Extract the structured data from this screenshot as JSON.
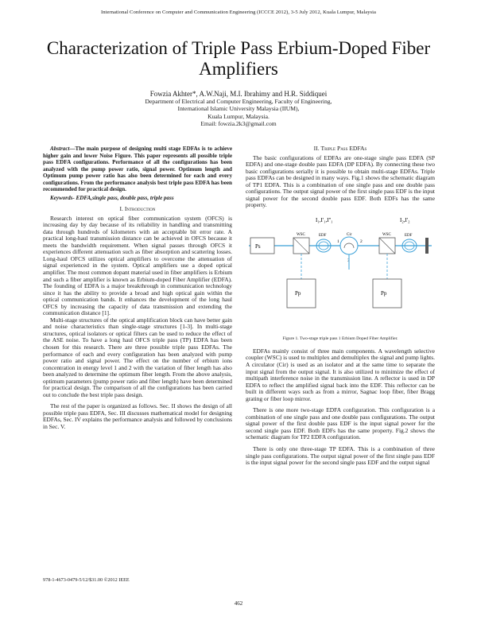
{
  "header": {
    "running_head": "International Conference on Computer and Communication Engineering (ICCCE 2012), 3-5 July 2012, Kuala Lumpur, Malaysia"
  },
  "paper": {
    "title_line1": "Characterization of Triple Pass Erbium-Doped Fiber",
    "title_line2": "Amplifiers",
    "authors": "Fowzia Akhter*, A.W.Naji, M.I. Ibrahimy and H.R. Siddiquei",
    "affiliation_1": "Department of Electrical and Computer Engineering, Faculty of Engineering,",
    "affiliation_2": "International Islamic University Malaysia (IIUM),",
    "affiliation_3": "Kuala Lumpur, Malaysia.",
    "email": "Email: fowzia.2k3@gmail.com"
  },
  "left_column": {
    "abstract_label": "Abstract",
    "abstract_text": "—The main purpose of designing multi stage EDFAs is to achieve higher gain and lower Noise Figure. This paper represents all possible triple pass EDFA configurations. Performance of all the configurations has been analyzed with the pump power ratio, signal power. Optimum length and Optimum pump power ratio has also been determined for each and every configurations. From the performance analysis best triple pass EDFA has been recommended for practical design.",
    "keywords": "Keywords- EDFA,single pass, double pass, triple pass",
    "sec1_num": "I.",
    "sec1_title": "Introduction",
    "p1": "Research interest on optical fiber communication system (OFCS) is increasing day by day because of its reliability in handling and transmitting data through hundreds of kilometers with an acceptable bit error rate. A practical long-haul transmission distance can be achieved in OFCS because it meets the bandwidth requirement. When signal passes through OFCS it experiences different attenuation such as fiber absorption and scattering losses. Long-haul OFCS utilizes optical amplifiers to overcome the attenuation of signal experienced in the system. Optical amplifiers use a doped optical amplifier. The most common dopant material used in fiber amplifiers is Erbium and such a fiber amplifier is known as Erbium-doped Fiber Amplifier (EDFA). The founding of EDFA is a major breakthrough in communication technology since it has the ability to provide a broad and high optical gain within the optical communication bands. It enhances the development of the long haul OFCS by increasing the capacity of data transmission and extending the communication distance [1].",
    "p2": "Multi-stage structures of the optical amplification block can have better gain and noise characteristics than single-stage structures [1-3]. In multi-stage structures, optical isolators or optical filters can be used to reduce the effect of the ASE noise. To have a long haul OFCS triple pass (TP) EDFA has been chosen for this research. There are three possible triple pass EDFAs. The performance of each and every configuration has been analyzed with pump power ratio and signal power. The effect on the number of erbium ions concentration in energy level 1 and 2 with the variation of fiber length has also been analyzed to determine the optimum fiber length. From the above analysis, optimum parameters (pump power ratio and fiber length) have been determined for practical design. The comparison of all the configurations has been carried out to conclude the best triple pass design.",
    "p3": "The rest of the paper is organized as follows. Sec. II shows the design of all possible triple pass EDFA, Sec. III discusses mathematical model for designing EDFAs, Sec. IV explains the performance analysis and followed by conclusions in Sec. V."
  },
  "right_column": {
    "sec2_num": "II.",
    "sec2_title": "Triple Pass EDFAs",
    "p1": "The basic configurations of EDFAs are one-stage single pass EDFA (SP EDFA) and one-stage double pass EDFA (DP EDFA). By connecting these two basic configurations serially it is possible to obtain multi-stage EDFAs. Triple pass EDFAs can be designed in many ways. Fig.1 shows the schematic diagram of TP1 EDFA. This is a combination of one single pass and one double pass configurations. The output signal power of the first single pass EDF is the input signal power for the second double pass EDF. Both EDFs has the same property.",
    "figure": {
      "label_pin": "Ps",
      "label_i1": "I₁,I'₁,I''₁",
      "label_i2": "I₂,I'₂",
      "label_wsc1": "WSC",
      "label_edf1": "EDF",
      "label_cir": "Cir",
      "label_p1": "1",
      "label_p2": "2",
      "label_p3": "3",
      "label_wsc2": "WSC",
      "label_edf2": "EDF",
      "label_pp1": "Pp",
      "label_pp2": "Pp",
      "caption": "Figure 1. Two-stage triple pass 1 Erbium Doped Fiber Amplifier."
    },
    "p2": "EDFAs mainly consist of three main components. A wavelength selective coupler (WSC) is used to multiplex and demultiplex the signal and pump lights. A circulator (Cir) is used as an isolator and at the same time to separate the input signal from the output signal. It is also utilized to minimize the effect of multipath interference noise in the transmission line. A reflector is used in DP EDFA to reflect the amplified signal back into the EDF. This reflector can be built in different ways such as from a mirror, Sagnac loop fiber, fiber Bragg grating or fiber loop mirror.",
    "p3": "There is one more two-stage EDFA configuration. This configuration is a combination of one single pass and one double pass configurations. The output signal power of the first double pass EDF is the input signal power for the second single pass EDF. Both EDFs has the same property. Fig.2 shows the schematic diagram for TP2 EDFA configuration.",
    "p4": "There is only one three-stage TP EDFA. This is a combination of three single pass configurations. The output signal power of the first single pass EDF is the input signal power for the second single pass EDF and the output signal"
  },
  "footer": {
    "isbn": "978-1-4673-0479-5/12/$31.00 ©2012 IEEE",
    "page_number": "462"
  },
  "colors": {
    "figure_blue": "#3aa0d8",
    "figure_box_border": "#555555",
    "pump_dash": "#3aa0d8"
  }
}
